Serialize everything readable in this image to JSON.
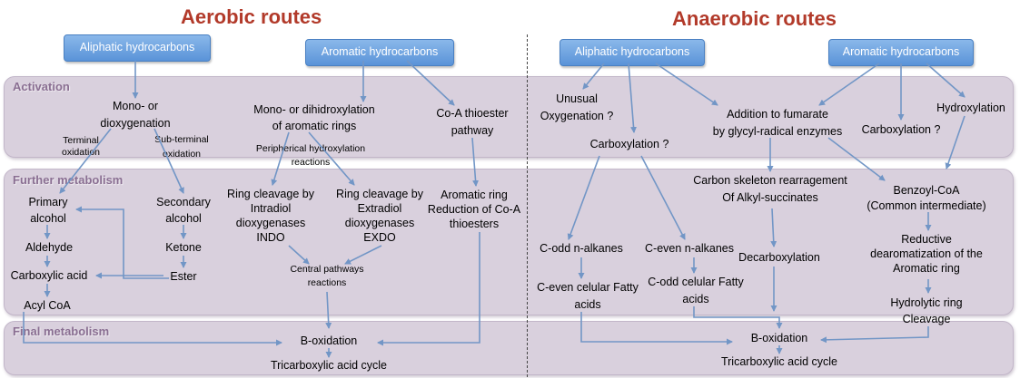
{
  "sections": {
    "aerobic": "Aerobic routes",
    "anaerobic": "Anaerobic routes"
  },
  "bands": {
    "activation": "Activation",
    "further": "Further metabolism",
    "final": "Final metabolism"
  },
  "aerobic": {
    "aliphatic": "Aliphatic hydrocarbons",
    "aromatic": "Aromatic hydrocarbons",
    "mono_dioxygenation_1": "Mono- or",
    "mono_dioxygenation_2": "dioxygenation",
    "terminal_oxidation_1": "Terminal",
    "terminal_oxidation_2": "oxidation",
    "subterminal_oxidation_1": "Sub-terminal",
    "subterminal_oxidation_2": "oxidation",
    "primary_alcohol_1": "Primary",
    "primary_alcohol_2": "alcohol",
    "aldehyde": "Aldehyde",
    "carboxylic_acid": "Carboxylic acid",
    "acyl_coa": "Acyl CoA",
    "secondary_alcohol_1": "Secondary",
    "secondary_alcohol_2": "alcohol",
    "ketone": "Ketone",
    "ester": "Ester",
    "dihidroxylation_1": "Mono- or  dihidroxylation",
    "dihidroxylation_2": "of aromatic rings",
    "peripherical_1": "Peripherical hydroxylation",
    "peripherical_2": "reactions",
    "intradiol_1": "Ring cleavage by",
    "intradiol_2": "Intradiol",
    "intradiol_3": "dioxygenases",
    "intradiol_4": "INDO",
    "extradiol_1": "Ring cleavage by",
    "extradiol_2": "Extradiol",
    "extradiol_3": "dioxygenases",
    "extradiol_4": "EXDO",
    "central_1": "Central pathways",
    "central_2": "reactions",
    "coa_pathway_1": "Co-A thioester",
    "coa_pathway_2": "pathway",
    "aromatic_ring_red_1": "Aromatic ring",
    "aromatic_ring_red_2": "Reduction of Co-A",
    "aromatic_ring_red_3": "thioesters",
    "b_oxidation": "B-oxidation",
    "tca": "Tricarboxylic acid cycle"
  },
  "anaerobic": {
    "aliphatic": "Aliphatic hydrocarbons",
    "aromatic": "Aromatic hydrocarbons",
    "unusual_1": "Unusual",
    "unusual_2": "Oxygenation ?",
    "carboxylation_left": "Carboxylation ?",
    "fumarate_1": "Addition to fumarate",
    "fumarate_2": "by glycyl-radical enzymes",
    "carboxylation_right": "Carboxylation ?",
    "hydroxylation": "Hydroxylation",
    "carbon_skeleton_1": "Carbon skeleton rearragement",
    "carbon_skeleton_2": "Of Alkyl-succinates",
    "benzoyl_1": "Benzoyl-CoA",
    "benzoyl_2": "(Common intermediate)",
    "codd_alkanes": "C-odd n-alkanes",
    "ceven_alkanes": "C-even n-alkanes",
    "decarboxylation": "Decarboxylation",
    "reductive_1": "Reductive",
    "reductive_2": "dearomatization of the",
    "reductive_3": "Aromatic ring",
    "ceven_fatty_1": "C-even celular Fatty",
    "ceven_fatty_2": "acids",
    "codd_fatty_1": "C-odd celular Fatty",
    "codd_fatty_2": "acids",
    "hydrolytic_1": "Hydrolytic ring",
    "hydrolytic_2": "Cleavage",
    "b_oxidation": "B-oxidation",
    "tca": "Tricarboxylic acid cycle"
  },
  "colors": {
    "title": "#b23a2a",
    "band": "#d9d0dd",
    "band_label": "#8a6f92",
    "pill": "#5a93d8",
    "arrow": "#7296c6"
  }
}
